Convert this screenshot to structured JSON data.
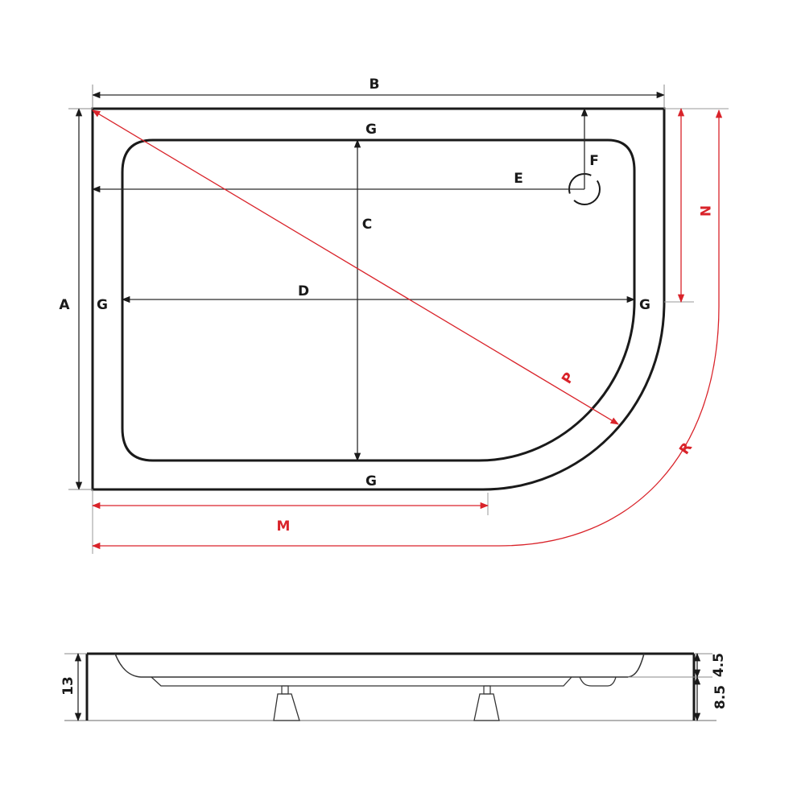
{
  "top_view": {
    "labels": {
      "A": "A",
      "B": "B",
      "C": "C",
      "D": "D",
      "E": "E",
      "F": "F",
      "G": "G",
      "M": "M",
      "N": "N",
      "P": "P",
      "R": "R"
    }
  },
  "side_view": {
    "total_height": "13",
    "upper_height": "4.5",
    "lower_height": "8.5"
  },
  "colors": {
    "outline": "#1a1a1a",
    "dimension_black": "#2a2a2a",
    "dimension_red": "#d9232a"
  }
}
